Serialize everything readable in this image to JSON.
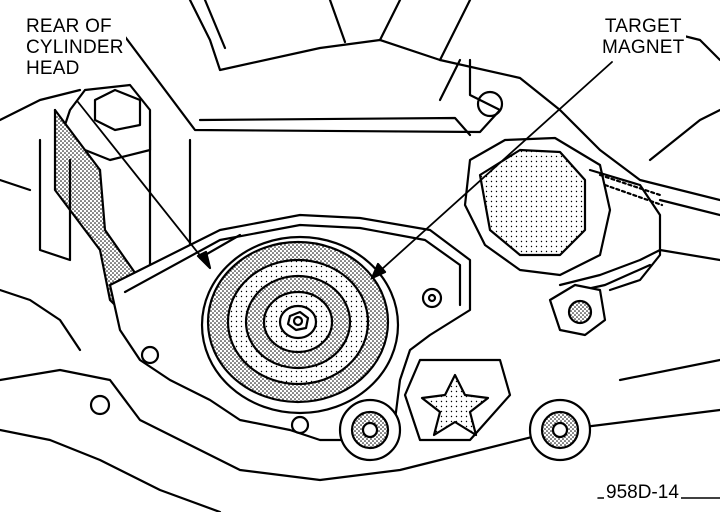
{
  "callouts": {
    "rear_of_cylinder_head": {
      "lines": [
        "REAR OF",
        "CYLINDER",
        "HEAD"
      ]
    },
    "target_magnet": {
      "lines": [
        "TARGET",
        "MAGNET"
      ]
    }
  },
  "figure_number": "958D-14",
  "colors": {
    "ink": "#000000",
    "paper": "#ffffff"
  }
}
